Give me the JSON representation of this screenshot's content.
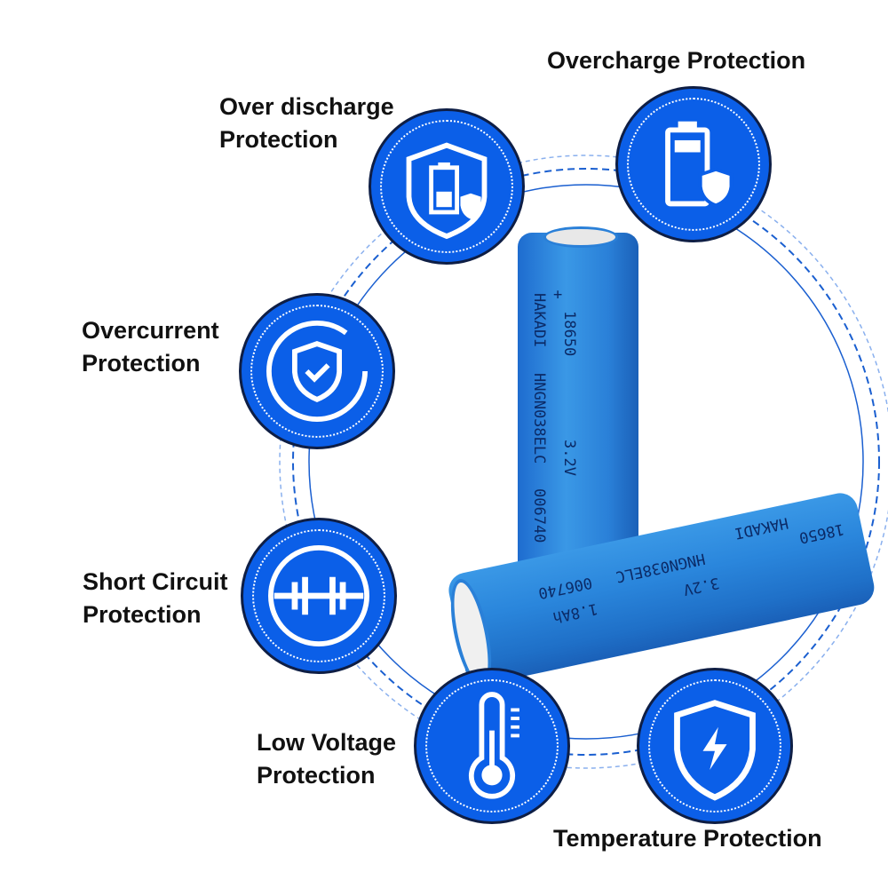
{
  "features": [
    {
      "label_line1": "Over discharge",
      "label_line2": "Protection",
      "icon": "battery-shield-icon"
    },
    {
      "label_line1": "Overcharge Protection",
      "label_line2": "",
      "icon": "battery-shield-icon"
    },
    {
      "label_line1": "Overcurrent",
      "label_line2": "Protection",
      "icon": "shield-check-icon"
    },
    {
      "label_line1": "Short Circuit",
      "label_line2": "Protection",
      "icon": "short-circuit-icon"
    },
    {
      "label_line1": "Low Voltage",
      "label_line2": "Protection",
      "icon": "thermometer-icon"
    },
    {
      "label_line1": "Temperature Protection",
      "label_line2": "",
      "icon": "shield-lightning-icon"
    }
  ],
  "battery": {
    "plus": "+",
    "model": "18650",
    "brand": "HAKADI",
    "code": "HNGN038ELC",
    "serial": "006740",
    "voltage": "3.2V",
    "capacity": "1.8Ah"
  },
  "colors": {
    "badge": "#0b5fe8",
    "battery": "#2a86dc",
    "ring": "#1a5fd0"
  }
}
